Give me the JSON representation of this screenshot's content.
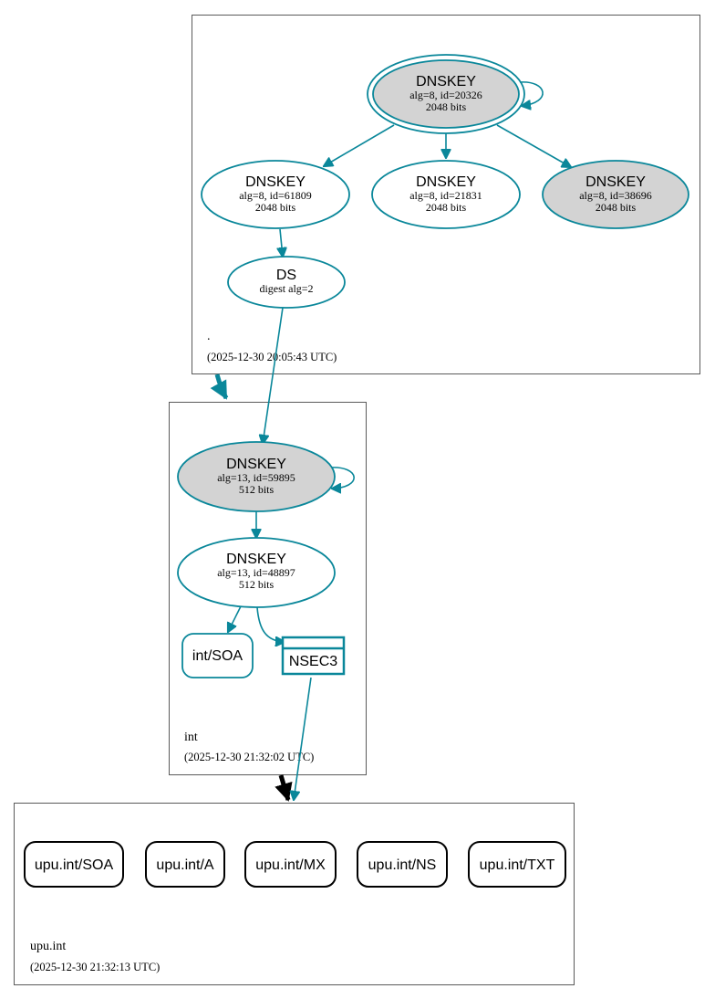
{
  "zones": {
    "root": {
      "name": ".",
      "timestamp": "(2025-12-30 20:05:43 UTC)"
    },
    "int": {
      "name": "int",
      "timestamp": "(2025-12-30 21:32:02 UTC)"
    },
    "upu": {
      "name": "upu.int",
      "timestamp": "(2025-12-30 21:32:13 UTC)"
    }
  },
  "nodes": {
    "root_ksk": {
      "title": "DNSKEY",
      "line1": "alg=8, id=20326",
      "line2": "2048 bits"
    },
    "root_zsk1": {
      "title": "DNSKEY",
      "line1": "alg=8, id=61809",
      "line2": "2048 bits"
    },
    "root_zsk2": {
      "title": "DNSKEY",
      "line1": "alg=8, id=21831",
      "line2": "2048 bits"
    },
    "root_zsk3": {
      "title": "DNSKEY",
      "line1": "alg=8, id=38696",
      "line2": "2048 bits"
    },
    "ds": {
      "title": "DS",
      "line1": "digest alg=2"
    },
    "int_ksk": {
      "title": "DNSKEY",
      "line1": "alg=13, id=59895",
      "line2": "512 bits"
    },
    "int_zsk": {
      "title": "DNSKEY",
      "line1": "alg=13, id=48897",
      "line2": "512 bits"
    },
    "int_soa": {
      "label": "int/SOA"
    },
    "nsec3": {
      "label": "NSEC3"
    }
  },
  "records": [
    {
      "label": "upu.int/SOA"
    },
    {
      "label": "upu.int/A"
    },
    {
      "label": "upu.int/MX"
    },
    {
      "label": "upu.int/NS"
    },
    {
      "label": "upu.int/TXT"
    }
  ],
  "colors": {
    "edge": "#0a879a",
    "fill_gray": "#d3d3d3",
    "delegation_insecure": "#000000"
  }
}
